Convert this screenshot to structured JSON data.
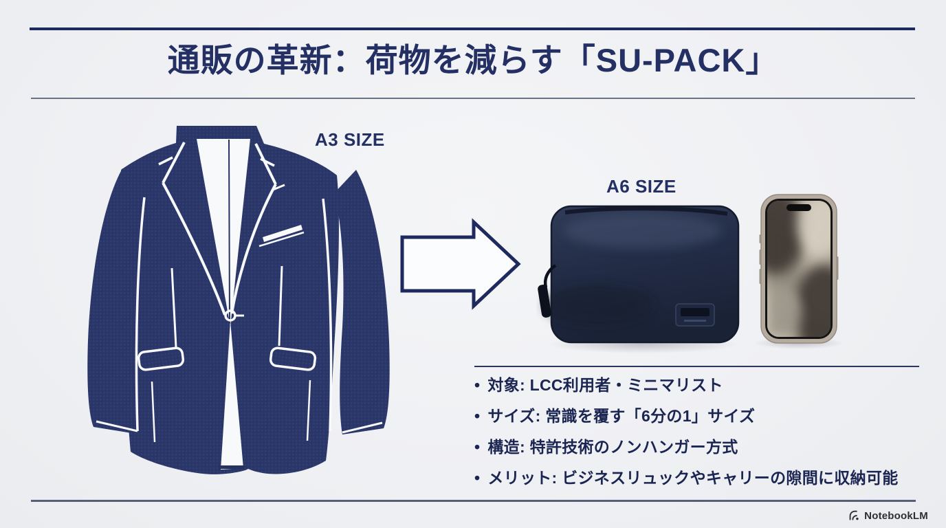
{
  "slide": {
    "title": "通販の革新：荷物を減らす「SU-PACK」",
    "labels": {
      "jacket_size": "A3 SIZE",
      "pouch_size": "A6 SIZE"
    },
    "bullet_char": "•",
    "bullets": [
      {
        "text": "対象: LCC利用者・ミニマリスト"
      },
      {
        "text": "サイズ: 常識を覆す「6分の1」サイズ"
      },
      {
        "text": "構造: 特許技術のノンハンガー方式"
      },
      {
        "text": "メリット: ビジネスリュックやキャリーの隙間に収納可能"
      }
    ],
    "illustrations": {
      "jacket": "navy-suit-jacket-line-art",
      "arrow": "right-arrow-outline",
      "pouch": "navy-a6-pouch",
      "phone": "smartphone-natural-titanium"
    },
    "footer": {
      "brand": "NotebookLM"
    },
    "colors": {
      "navy_title": "#242f63",
      "navy_text": "#1b2552",
      "navy_rule": "#1e2a5e",
      "jacket_navy": "#2b3769",
      "detail_white": "#f8f9fb",
      "background": "#eff0f3",
      "pouch_navy": "#222c45",
      "phone_titanium": "#b5ac9f"
    }
  }
}
